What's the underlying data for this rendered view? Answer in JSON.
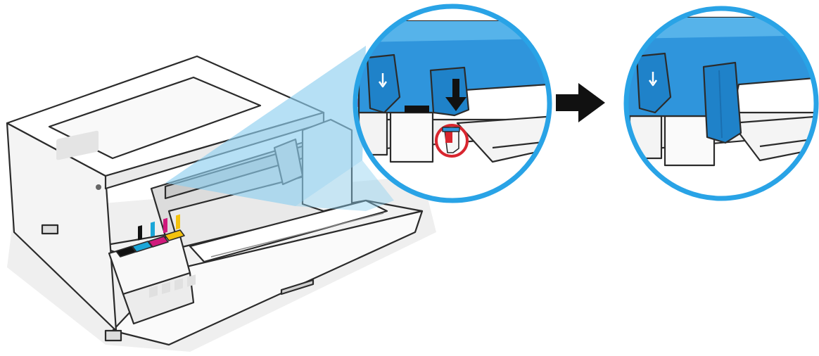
{
  "figure": {
    "background": "#ffffff",
    "colors": {
      "outline": "#2b2b2b",
      "printer_body": "#f7f7f7",
      "printer_shade": "#e6e6e6",
      "callout_blue": "#29a3e6",
      "callout_fill": "#9fd7ef",
      "latch_blue": "#2f95dc",
      "latch_dark": "#1b6fb0",
      "ink_black": "#111111",
      "ink_cyan": "#1aa6d8",
      "ink_magenta": "#d0197c",
      "ink_yellow": "#f4c20d",
      "highlight_red": "#d8262f"
    },
    "icons": [
      "printer-illustration",
      "zoom-callout-cone",
      "latch-closeup-before",
      "latch-closeup-after",
      "press-down-arrow-icon",
      "transition-arrow-icon",
      "latch-indicator-circle"
    ]
  }
}
